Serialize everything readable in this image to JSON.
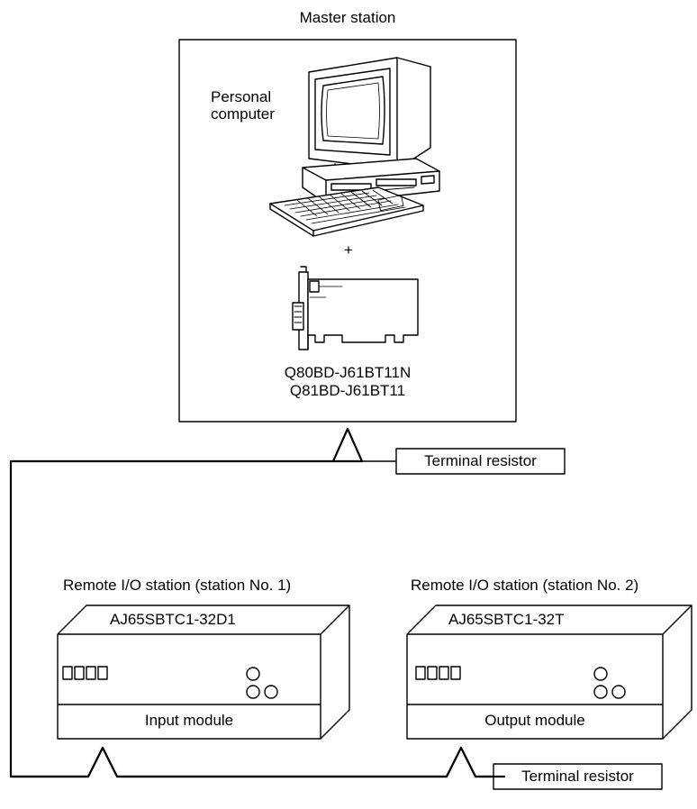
{
  "master": {
    "title": "Master station",
    "pc_label_line1": "Personal",
    "pc_label_line2": "computer",
    "plus": "+",
    "board_model_1": "Q80BD-J61BT11N",
    "board_model_2": "Q81BD-J61BT11"
  },
  "terminal_resistor_top": "Terminal resistor",
  "terminal_resistor_bottom": "Terminal resistor",
  "station1": {
    "title": "Remote I/O station (station No. 1)",
    "model": "AJ65SBTC1-32D1",
    "module": "Input module"
  },
  "station2": {
    "title": "Remote I/O station (station No. 2)",
    "model": "AJ65SBTC1-32T",
    "module": "Output module"
  },
  "colors": {
    "line": "#000000",
    "background": "#ffffff"
  }
}
